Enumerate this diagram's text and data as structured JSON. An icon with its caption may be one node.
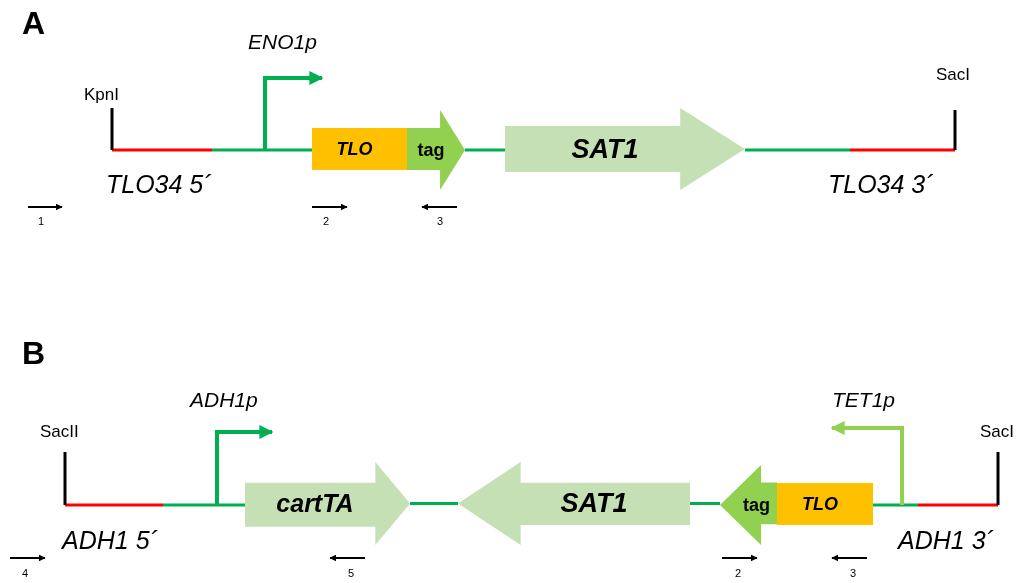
{
  "diagram": {
    "nodes": [
      {
        "text": [
          "TLO"
        ]
      },
      {
        "text": [
          "tag"
        ]
      },
      {
        "text": [
          "SAT1"
        ]
      },
      {
        "text": [
          "cartTA"
        ]
      },
      {
        "text": [
          "SAT1"
        ]
      },
      {
        "text": [
          "tag"
        ]
      },
      {
        "text": [
          "TLO"
        ]
      }
    ],
    "edges": [
      {
        "from": 1,
        "to": 2,
        "arrow": "none"
      },
      {
        "from": 3,
        "to": 4,
        "arrow": "none"
      },
      {
        "from": 4,
        "to": 5,
        "arrow": "none"
      }
    ],
    "labels": [
      "A",
      "ENO1p",
      "KpnI",
      "SacI",
      "TLO34 5´",
      "TLO34 3´",
      "1",
      "2",
      "3",
      "B",
      "ADH1p",
      "TET1p",
      "SacII",
      "SacI",
      "ADH1 5´",
      "ADH1 3´",
      "4",
      "5",
      "2",
      "3"
    ]
  }
}
